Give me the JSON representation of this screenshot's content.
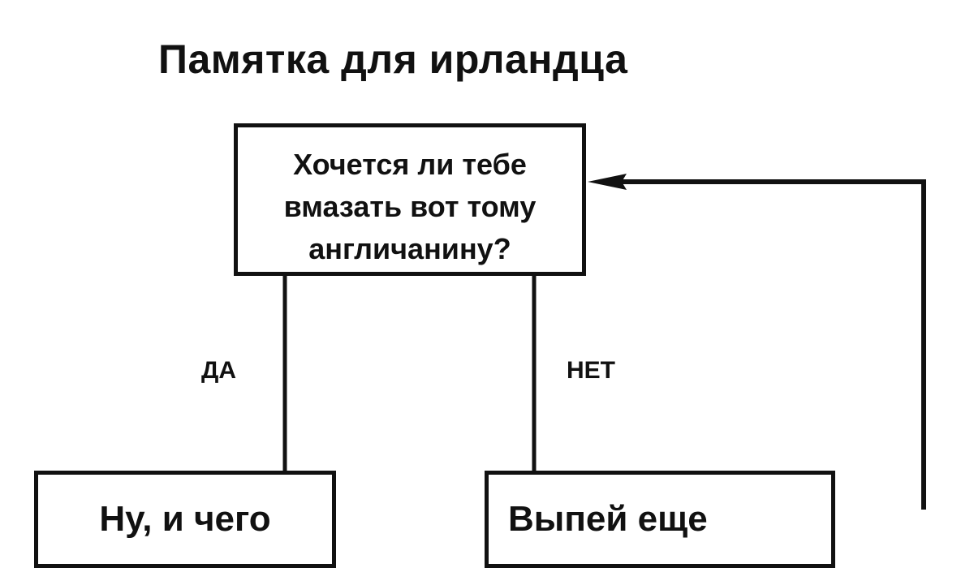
{
  "title": "Памятка для ирландца",
  "question": {
    "lines": [
      "Хочется ли тебе",
      "вмазать вот тому",
      "англичанину?"
    ]
  },
  "branches": {
    "yes_label": "ДА",
    "no_label": "НЕТ"
  },
  "yes_box": {
    "text": "Ну, и чего"
  },
  "no_box": {
    "text": "Выпей еще"
  }
}
